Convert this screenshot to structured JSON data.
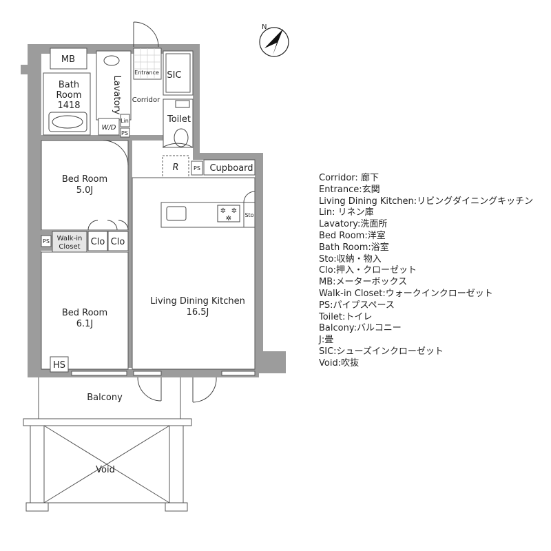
{
  "compass": {
    "letter": "N"
  },
  "rooms": {
    "mb": "MB",
    "bath_name": "Bath",
    "bath_room": "Room",
    "bath_size": "1418",
    "lavatory": "Lavatory",
    "wd": "W/D",
    "lin": "Lin",
    "ps": "PS",
    "entrance": "Entrance",
    "corridor": "Corridor",
    "sic": "SIC",
    "toilet": "Toilet",
    "refrigerator": "R",
    "cupboard": "Cupboard",
    "sto": "Sto",
    "bed1_name": "Bed Room",
    "bed1_size": "5.0J",
    "walkin_line1": "Walk-in",
    "walkin_line2": "Closet",
    "clo": "Clo",
    "bed2_name": "Bed Room",
    "bed2_size": "6.1J",
    "hs": "HS",
    "ldk_name": "Living Dining Kitchen",
    "ldk_size": "16.5J",
    "balcony": "Balcony",
    "void": "Void"
  },
  "legend": [
    "Corridor: 廊下",
    "Entrance:玄関",
    "Living Dining Kitchen:リビングダイニングキッチン",
    "Lin: リネン庫",
    "Lavatory:洗面所",
    "Bed Room:洋室",
    "Bath Room:浴室",
    "Sto:収納・物入",
    "Clo:押入・クローゼット",
    "MB:メーターボックス",
    "Walk-in Closet:ウォークインクローゼット",
    "PS:パイプスペース",
    "Toilet:トイレ",
    "Balcony:バルコニー",
    "J:畳",
    "SIC:シューズインクローゼット",
    "Void:吹抜"
  ]
}
